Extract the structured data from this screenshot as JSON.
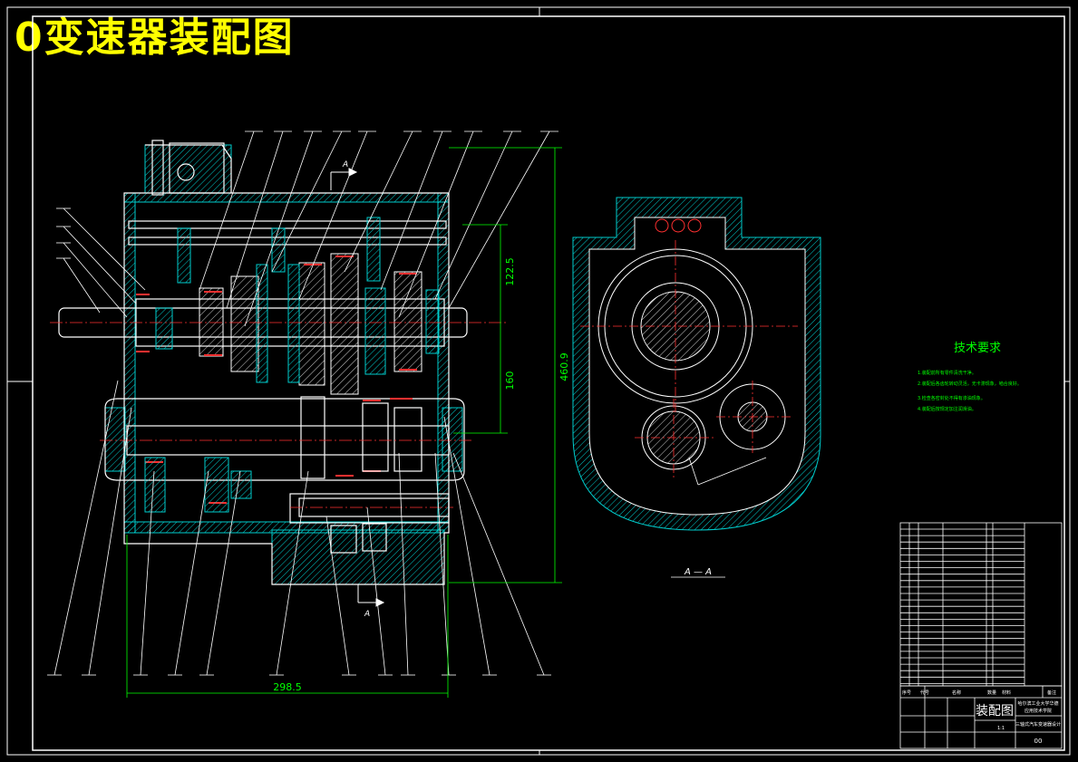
{
  "drawing": {
    "title": "0变速器装配图",
    "dimensions": {
      "height_upper": "122.5",
      "height_lower": "160",
      "height_total": "460.9",
      "width_bottom": "298.5"
    },
    "section_marks": {
      "top": "A",
      "bottom": "A",
      "view_label": "A — A"
    },
    "tech_requirements": {
      "title": "技术要求",
      "lines": [
        "1.装配前所有零件清洗干净。",
        "2.装配后各齿轮转动灵活，无卡滞现象，啮合良好。",
        "3.检查各密封处不得有渗油现象。",
        "4.装配后按规定加注润滑油。"
      ]
    },
    "title_block": {
      "drawing_name": "装配图",
      "school_line1": "哈尔滨工业大学华德",
      "school_line2": "应用技术学院",
      "project": "三轴式汽车变速器设计",
      "drawing_no": "00",
      "scale": "1:1",
      "headers": [
        "序号",
        "代号",
        "名称",
        "数量",
        "材料",
        "备注"
      ]
    },
    "colors": {
      "background": "#000000",
      "outline": "#ffffff",
      "hatch": "#00cccc",
      "center": "#ff3030",
      "dim": "#00ff00",
      "title": "#ffff00"
    }
  }
}
